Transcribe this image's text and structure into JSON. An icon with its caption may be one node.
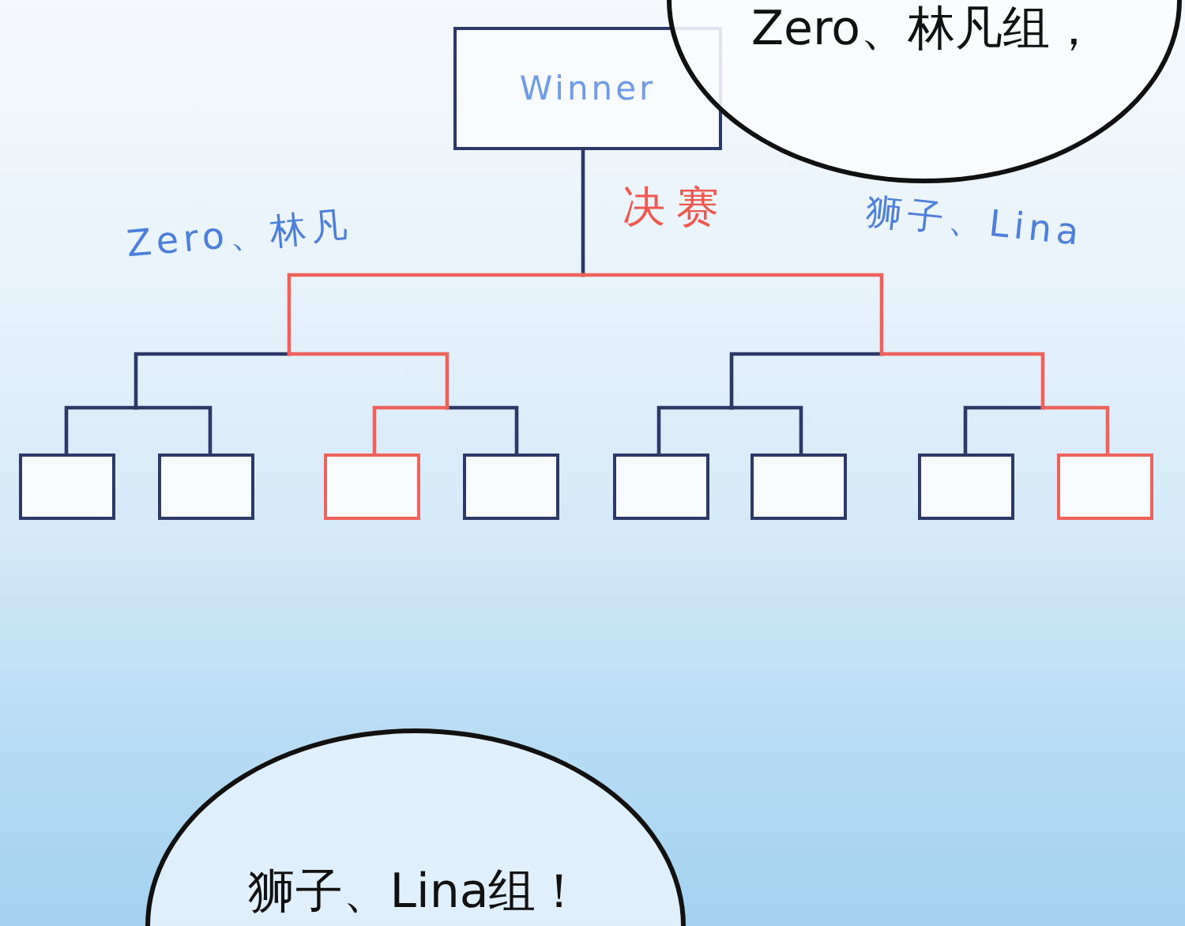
{
  "diagram": {
    "nodes": [
      {
        "text": [
          "Zero、林凡组，"
        ]
      },
      {
        "text": [
          "Winner"
        ]
      },
      {
        "text": [],
        "shape": "box"
      },
      {
        "text": [],
        "shape": "box"
      },
      {
        "text": [],
        "shape": "box"
      },
      {
        "text": [],
        "shape": "box"
      },
      {
        "text": [],
        "shape": "box"
      },
      {
        "text": [],
        "shape": "box"
      },
      {
        "text": [],
        "shape": "box"
      },
      {
        "text": [],
        "shape": "box"
      },
      {
        "text": [
          "狮子、Lina组！"
        ]
      }
    ],
    "edges": [
      {
        "from": 2,
        "to": 1,
        "arrow": "none"
      },
      {
        "from": 3,
        "to": 1,
        "arrow": "none"
      },
      {
        "from": 4,
        "to": 1,
        "arrow": "none",
        "color": "#ef625b"
      },
      {
        "from": 5,
        "to": 1,
        "arrow": "none"
      },
      {
        "from": 6,
        "to": 1,
        "arrow": "none"
      },
      {
        "from": 7,
        "to": 1,
        "arrow": "none"
      },
      {
        "from": 8,
        "to": 1,
        "arrow": "none"
      },
      {
        "from": 9,
        "to": 1,
        "arrow": "none",
        "color": "#ef625b"
      }
    ],
    "labels": [
      "Zero、林凡",
      "决赛",
      "狮子、Lina"
    ]
  }
}
